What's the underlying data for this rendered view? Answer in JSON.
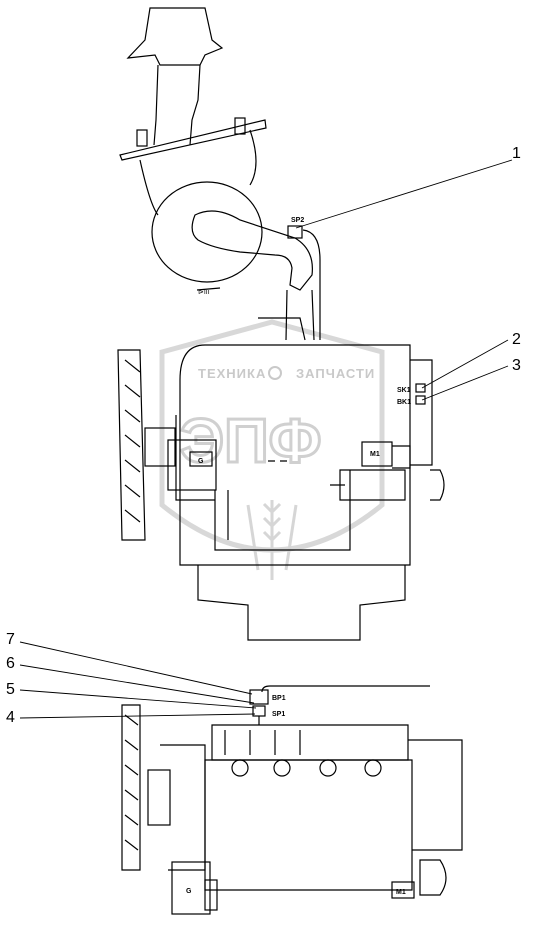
{
  "callouts": [
    "1",
    "2",
    "3",
    "4",
    "5",
    "6",
    "7"
  ],
  "component_tags": {
    "sp2": "SP2",
    "sk1": "SK1",
    "bk1": "BK1",
    "g_top": "G",
    "m1_top": "M1",
    "bp1": "BP1",
    "sp1": "SP1",
    "g_bottom": "G",
    "m1_bottom": "M1"
  },
  "watermark": {
    "left_word": "ТЕХНИКА",
    "right_word": "ЗАПЧАСТИ",
    "monogram": "ЭПФ"
  }
}
